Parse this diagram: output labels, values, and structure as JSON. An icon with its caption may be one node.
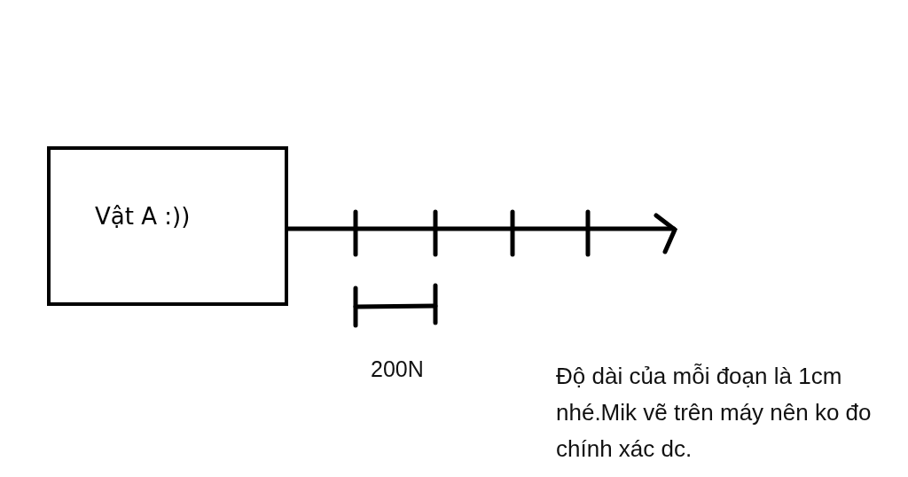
{
  "diagram": {
    "nodes": [
      {
        "text": [
          "Vật A :))"
        ]
      }
    ],
    "labels": [
      "200N",
      "Độ dài của mỗi đoạn là 1cm nhé.Mik vẽ trên máy nên ko đo chính xác dc."
    ]
  }
}
